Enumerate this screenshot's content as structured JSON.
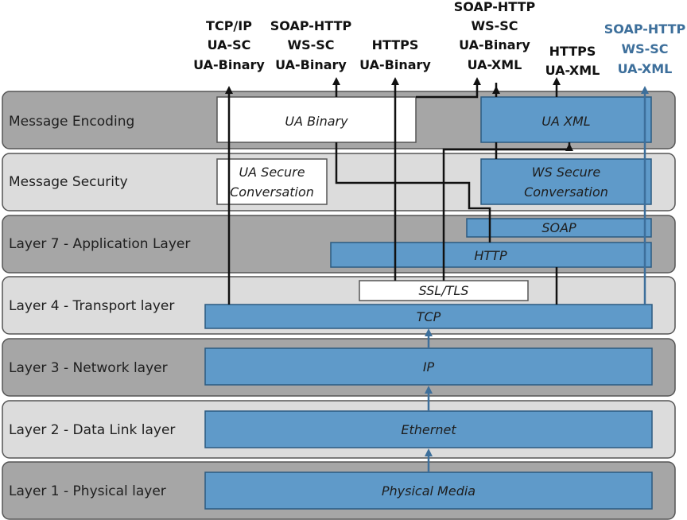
{
  "layers": [
    {
      "id": "msg-encoding",
      "label": "Message Encoding"
    },
    {
      "id": "msg-security",
      "label": "Message Security"
    },
    {
      "id": "layer7",
      "label": "Layer 7 - Application Layer"
    },
    {
      "id": "layer4",
      "label": "Layer 4 - Transport layer"
    },
    {
      "id": "layer3",
      "label": "Layer 3 - Network layer"
    },
    {
      "id": "layer2",
      "label": "Layer 2 - Data Link layer"
    },
    {
      "id": "layer1",
      "label": "Layer 1 - Physical layer"
    }
  ],
  "protocols": {
    "ua_binary": "UA Binary",
    "ua_xml": "UA XML",
    "ua_secure_conv_l1": "UA Secure",
    "ua_secure_conv_l2": "Conversation",
    "ws_secure_conv_l1": "WS Secure",
    "ws_secure_conv_l2": "Conversation",
    "soap": "SOAP",
    "http": "HTTP",
    "ssl_tls": "SSL/TLS",
    "tcp": "TCP",
    "ip": "IP",
    "ethernet": "Ethernet",
    "physical_media": "Physical Media"
  },
  "stacks": [
    {
      "lines": [
        "TCP/IP",
        "UA-SC",
        "UA-Binary"
      ]
    },
    {
      "lines": [
        "SOAP-HTTP",
        "WS-SC",
        "UA-Binary"
      ]
    },
    {
      "lines": [
        "HTTPS",
        "UA-Binary"
      ]
    },
    {
      "lines": [
        "SOAP-HTTP",
        "WS-SC",
        "UA-Binary",
        "UA-XML"
      ]
    },
    {
      "lines": [
        "HTTPS",
        "UA-XML"
      ]
    },
    {
      "lines": [
        "SOAP-HTTP",
        "WS-SC",
        "UA-XML"
      ]
    }
  ],
  "colors": {
    "band_dark": "#a6a6a6",
    "band_light": "#dcdcdc",
    "band_border": "#555555",
    "box_blue": "#5f9ac9",
    "box_blue_border": "#2c5a80",
    "blue_text": "#3d6f9b",
    "line": "#111111",
    "line_blue": "#3d6f9b"
  }
}
